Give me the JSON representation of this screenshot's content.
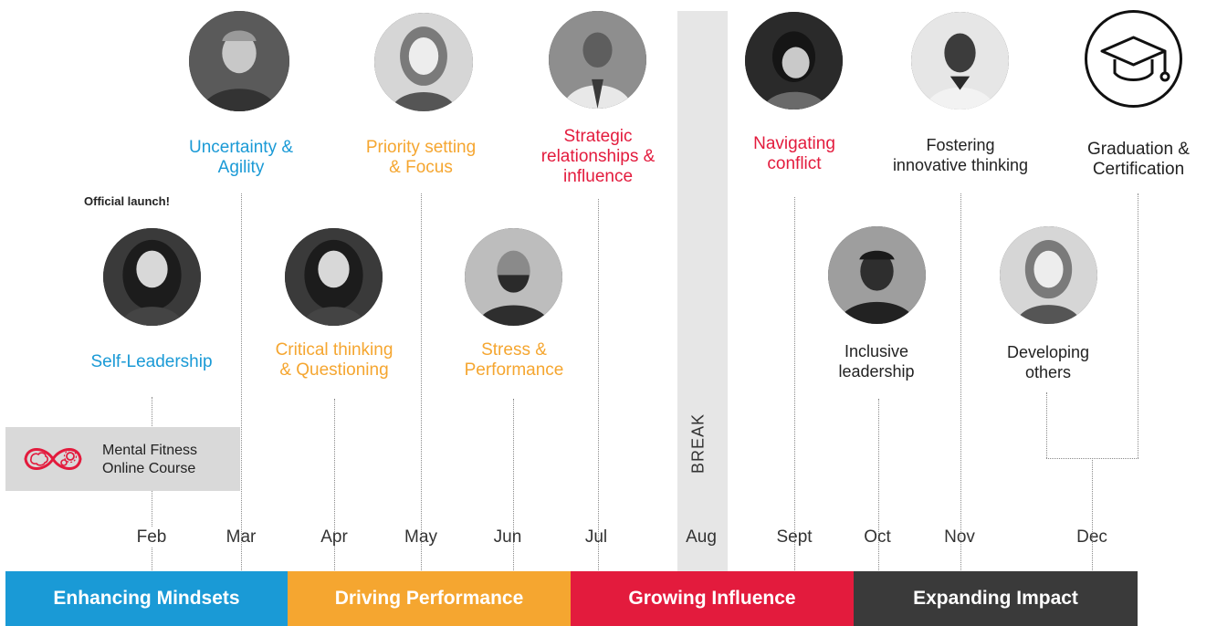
{
  "official_launch": "Official launch!",
  "break_label": "BREAK",
  "course": {
    "line1": "Mental Fitness",
    "line2": "Online Course"
  },
  "months": [
    "Feb",
    "Mar",
    "Apr",
    "May",
    "Jun",
    "Jul",
    "Aug",
    "Sept",
    "Oct",
    "Nov",
    "Dec"
  ],
  "phases": [
    {
      "label": "Enhancing Mindsets",
      "color": "#1a9ad6"
    },
    {
      "label": "Driving Performance",
      "color": "#f5a630"
    },
    {
      "label": "Growing Influence",
      "color": "#e31b3d"
    },
    {
      "label": "Expanding Impact",
      "color": "#3a3a3a"
    }
  ],
  "sessions": {
    "self_leadership": {
      "line1": "Self-Leadership",
      "color": "#1a9ad6"
    },
    "uncertainty": {
      "line1": "Uncertainty &",
      "line2": "Agility",
      "color": "#1a9ad6"
    },
    "critical_thinking": {
      "line1": "Critical thinking",
      "line2": "& Questioning",
      "color": "#f5a630"
    },
    "priority": {
      "line1": "Priority setting",
      "line2": "& Focus",
      "color": "#f5a630"
    },
    "stress": {
      "line1": "Stress &",
      "line2": "Performance",
      "color": "#f5a630"
    },
    "strategic": {
      "line1": "Strategic",
      "line2": "relationships &",
      "line3": "influence",
      "color": "#e31b3d"
    },
    "conflict": {
      "line1": "Navigating",
      "line2": "conflict",
      "color": "#e31b3d"
    },
    "inclusive": {
      "line1": "Inclusive",
      "line2": "leadership",
      "color": "#222222"
    },
    "fostering": {
      "line1": "Fostering",
      "line2": "innovative thinking",
      "color": "#222222"
    },
    "developing": {
      "line1": "Developing",
      "line2": "others",
      "color": "#222222"
    },
    "graduation": {
      "line1": "Graduation &",
      "line2": "Certification",
      "color": "#222222"
    }
  },
  "icons": {
    "course_logo": "infinity-brain-gears-icon",
    "graduation": "graduation-cap-icon",
    "portrait": "person-photo"
  }
}
